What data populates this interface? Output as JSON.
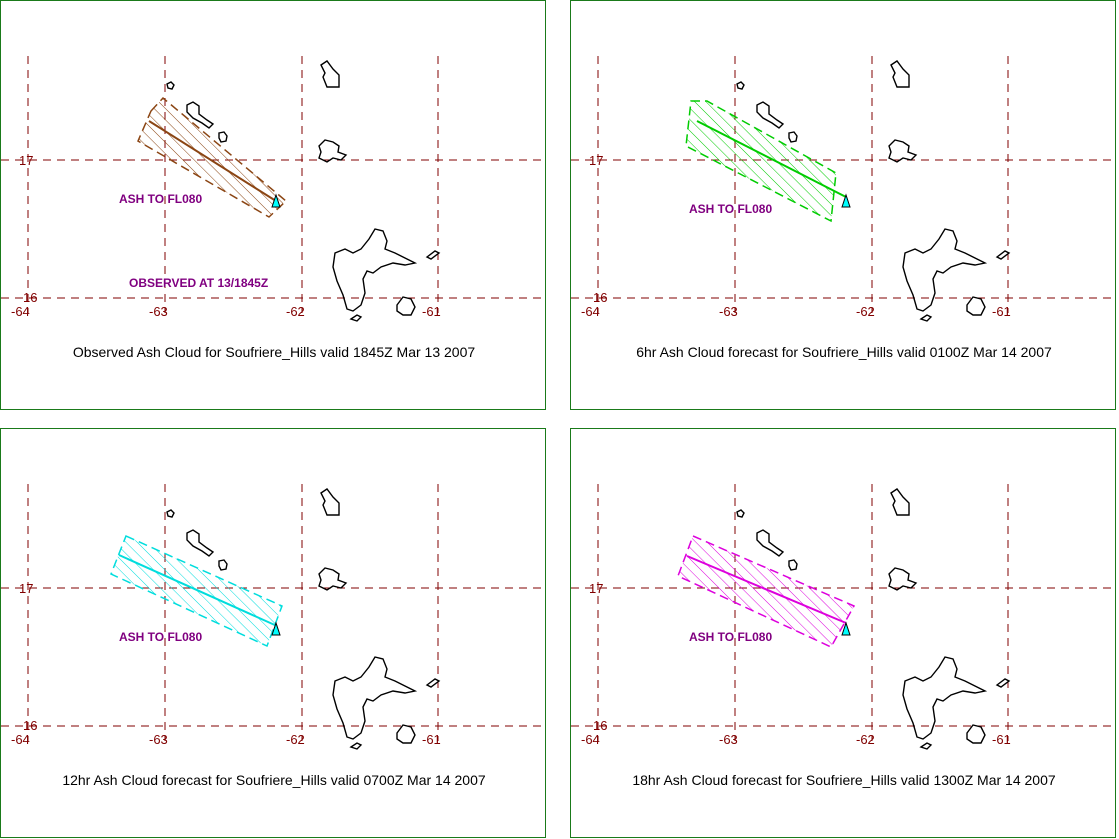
{
  "panels": [
    {
      "caption": "Observed Ash Cloud for Soufriere_Hills valid 1845Z Mar 13 2007",
      "color": "#8b4513",
      "labels": [
        "ASH TO FL080",
        "OBSERVED AT 13/1845Z"
      ]
    },
    {
      "caption": "6hr Ash Cloud forecast for Soufriere_Hills valid 0100Z Mar 14 2007",
      "color": "#00cc00",
      "labels": [
        "ASH TO FL080"
      ]
    },
    {
      "caption": "12hr Ash Cloud forecast for Soufriere_Hills valid 0700Z Mar 14 2007",
      "color": "#00dddd",
      "labels": [
        "ASH TO FL080"
      ]
    },
    {
      "caption": "18hr Ash Cloud forecast for Soufriere_Hills valid 1300Z Mar 14 2007",
      "color": "#dd00dd",
      "labels": [
        "ASH TO FL080"
      ]
    }
  ],
  "grid": {
    "longitudes": [
      "-64",
      "-63",
      "-62",
      "-61"
    ],
    "latitudes": [
      "17",
      "16"
    ],
    "line_color": "#800000"
  },
  "volcano_marker_color": "#00ffff",
  "coastline_color": "#000000"
}
